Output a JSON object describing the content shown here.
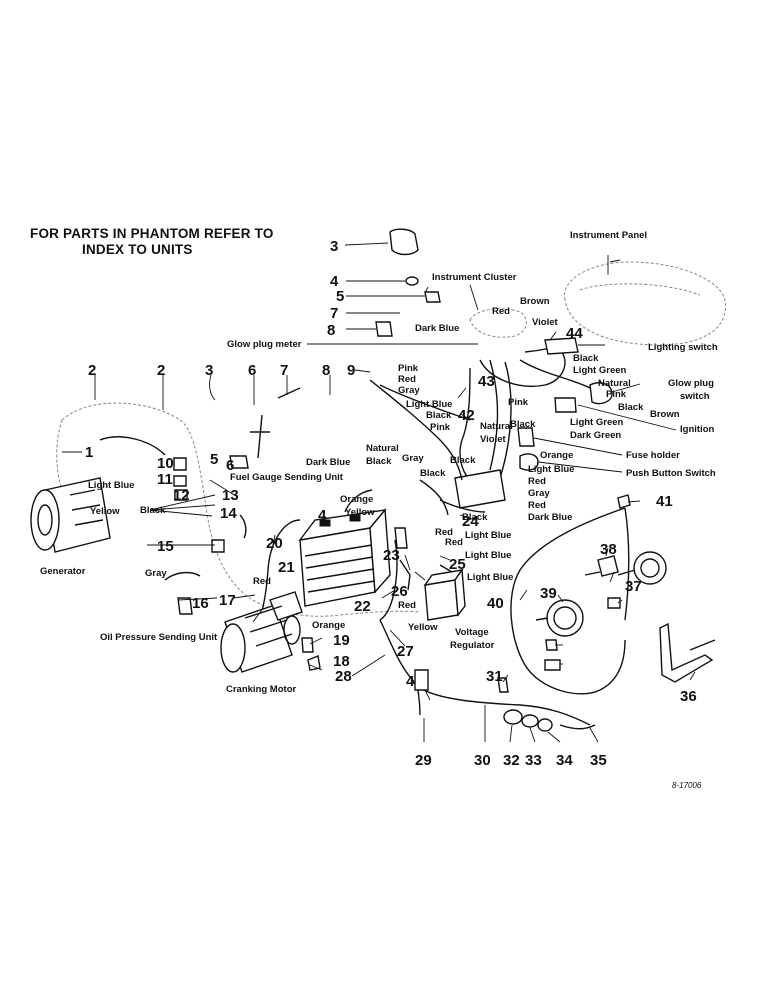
{
  "header": {
    "line1": "FOR PARTS IN PHANTOM REFER TO",
    "line2": "INDEX TO UNITS"
  },
  "figure_code": "8-17006",
  "callouts": [
    "1",
    "2",
    "2",
    "3",
    "3",
    "4",
    "4",
    "4",
    "5",
    "5",
    "6",
    "6",
    "7",
    "7",
    "8",
    "8",
    "9",
    "10",
    "11",
    "12",
    "13",
    "14",
    "15",
    "16",
    "17",
    "18",
    "19",
    "20",
    "21",
    "22",
    "23",
    "24",
    "25",
    "26",
    "27",
    "28",
    "29",
    "30",
    "31",
    "32",
    "33",
    "34",
    "35",
    "36",
    "37",
    "38",
    "39",
    "40",
    "41",
    "42",
    "43",
    "44"
  ],
  "components": {
    "instrument_panel": "Instrument Panel",
    "instrument_cluster": "Instrument Cluster",
    "glow_plug_meter": "Glow plug meter",
    "lighting_switch": "Lighting switch",
    "glow_plug_switch": "Glow plug switch",
    "ignition": "Ignition",
    "fuse_holder": "Fuse holder",
    "push_button_switch": "Push Button Switch",
    "fuel_gauge_sending_unit": "Fuel Gauge Sending Unit",
    "generator": "Generator",
    "oil_pressure_sending_unit": "Oil Pressure Sending Unit",
    "cranking_motor": "Cranking Motor",
    "voltage_regulator": "Voltage Regulator"
  },
  "wire_colors": [
    "Light Blue",
    "Yellow",
    "Black",
    "Gray",
    "Red",
    "Orange",
    "Dark Blue",
    "Natural",
    "Pink",
    "Brown",
    "Violet",
    "Light Green",
    "Dark Green"
  ],
  "colors": {
    "ink": "#111111",
    "paper": "#ffffff"
  }
}
